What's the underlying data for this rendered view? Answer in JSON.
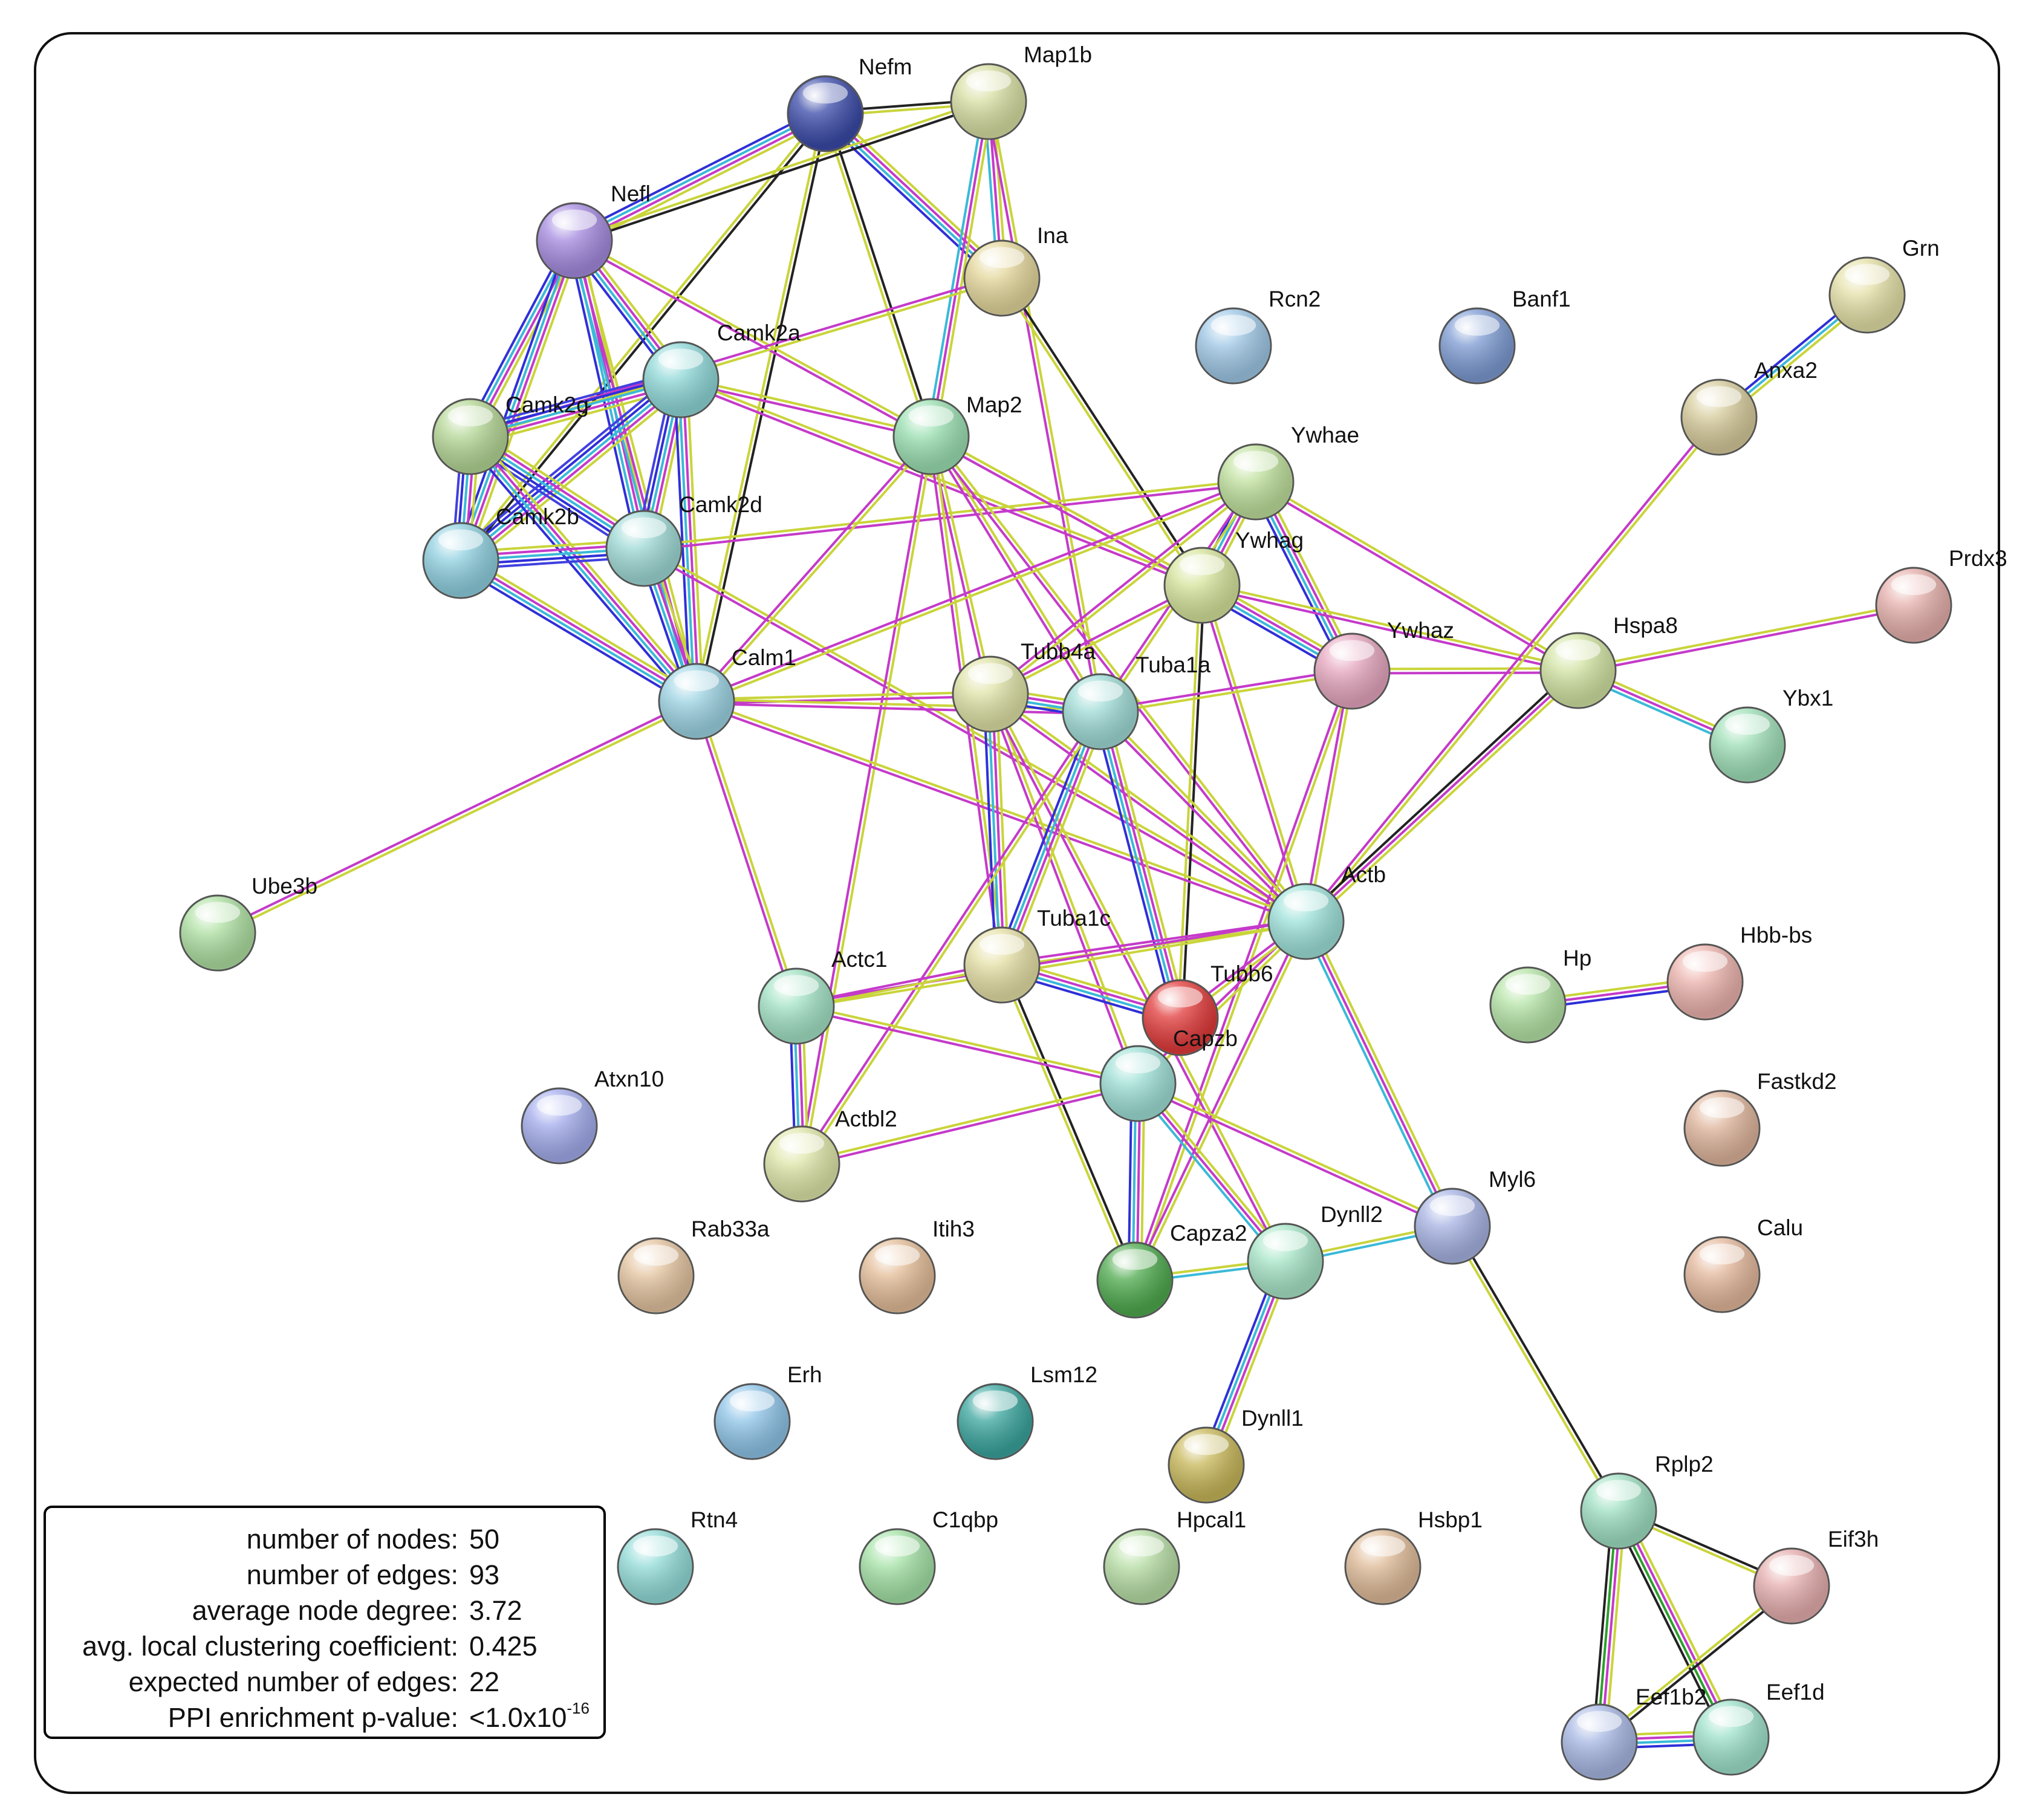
{
  "network": {
    "nodes": [
      {
        "id": "Nefm",
        "color": "#3a4aa8"
      },
      {
        "id": "Map1b",
        "color": "#d9dfa3"
      },
      {
        "id": "Nefl",
        "color": "#a58be0"
      },
      {
        "id": "Ina",
        "color": "#e4d79b"
      },
      {
        "id": "Camk2a",
        "color": "#8fd8d8"
      },
      {
        "id": "Camk2g",
        "color": "#b5d796"
      },
      {
        "id": "Map2",
        "color": "#9be0b2"
      },
      {
        "id": "Camk2b",
        "color": "#8fd0e0"
      },
      {
        "id": "Camk2d",
        "color": "#9fdad6"
      },
      {
        "id": "Rcn2",
        "color": "#9fc8e6"
      },
      {
        "id": "Banf1",
        "color": "#7d9bd3"
      },
      {
        "id": "Grn",
        "color": "#e4e0a7"
      },
      {
        "id": "Anxa2",
        "color": "#d7cc9c"
      },
      {
        "id": "Ywhae",
        "color": "#bfe09c"
      },
      {
        "id": "Ywhag",
        "color": "#d6e49c"
      },
      {
        "id": "Ywhaz",
        "color": "#e6a6bf"
      },
      {
        "id": "Hspa8",
        "color": "#d2e4a3"
      },
      {
        "id": "Prdx3",
        "color": "#e6b0ac"
      },
      {
        "id": "Calm1",
        "color": "#9dd4e4"
      },
      {
        "id": "Tubb4a",
        "color": "#dfe3a6"
      },
      {
        "id": "Tuba1a",
        "color": "#a0dcd6"
      },
      {
        "id": "Ybx1",
        "color": "#9fe0b8"
      },
      {
        "id": "Ube3b",
        "color": "#aee0a2"
      },
      {
        "id": "Actb",
        "color": "#9ee2da"
      },
      {
        "id": "Tuba1c",
        "color": "#e5e0a6"
      },
      {
        "id": "Actc1",
        "color": "#a3e3c5"
      },
      {
        "id": "Tubb6",
        "color": "#e23a3a"
      },
      {
        "id": "Capzb",
        "color": "#9ee0d6"
      },
      {
        "id": "Hp",
        "color": "#b5e4a6"
      },
      {
        "id": "Hbb-bs",
        "color": "#ecb3ad"
      },
      {
        "id": "Atxn10",
        "color": "#a3acec"
      },
      {
        "id": "Actbl2",
        "color": "#dfe6a8"
      },
      {
        "id": "Fastkd2",
        "color": "#dfb59c"
      },
      {
        "id": "Myl6",
        "color": "#a8b4e4"
      },
      {
        "id": "Rab33a",
        "color": "#e4c4a0"
      },
      {
        "id": "Itih3",
        "color": "#e4bd98"
      },
      {
        "id": "Capza2",
        "color": "#4eaa4e"
      },
      {
        "id": "Dynll2",
        "color": "#a8e6c8"
      },
      {
        "id": "Calu",
        "color": "#e4b89c"
      },
      {
        "id": "Erh",
        "color": "#8ec4e8"
      },
      {
        "id": "Lsm12",
        "color": "#3aa59e"
      },
      {
        "id": "Dynll1",
        "color": "#c8b85a"
      },
      {
        "id": "Rplp2",
        "color": "#9fe0c2"
      },
      {
        "id": "Eif3h",
        "color": "#e6aeae"
      },
      {
        "id": "Rtn4",
        "color": "#92dcd8"
      },
      {
        "id": "C1qbp",
        "color": "#a4e2a6"
      },
      {
        "id": "Hpcal1",
        "color": "#b8dfa6"
      },
      {
        "id": "Hsbp1",
        "color": "#dfbb98"
      },
      {
        "id": "Eef1b2",
        "color": "#a8b8e4"
      },
      {
        "id": "Eef1d",
        "color": "#9fe2cc"
      }
    ],
    "edges": [
      {
        "a": "Nefm",
        "b": "Map1b",
        "types": [
          "kn",
          "tm"
        ]
      },
      {
        "a": "Nefm",
        "b": "Nefl",
        "types": [
          "tm",
          "ex",
          "db",
          "co"
        ]
      },
      {
        "a": "Nefm",
        "b": "Ina",
        "types": [
          "tm",
          "ex",
          "db",
          "co"
        ]
      },
      {
        "a": "Nefm",
        "b": "Map2",
        "types": [
          "kn",
          "tm"
        ]
      },
      {
        "a": "Nefm",
        "b": "Camk2b",
        "types": [
          "kn",
          "tm"
        ]
      },
      {
        "a": "Nefm",
        "b": "Calm1",
        "types": [
          "kn",
          "tm"
        ]
      },
      {
        "a": "Map1b",
        "b": "Ina",
        "types": [
          "tm",
          "ex",
          "db"
        ]
      },
      {
        "a": "Map1b",
        "b": "Map2",
        "types": [
          "tm",
          "ex",
          "db"
        ]
      },
      {
        "a": "Map1b",
        "b": "Nefl",
        "types": [
          "kn",
          "tm"
        ]
      },
      {
        "a": "Map1b",
        "b": "Tuba1a",
        "types": [
          "tm",
          "ex"
        ]
      },
      {
        "a": "Nefl",
        "b": "Camk2a",
        "types": [
          "tm",
          "ex",
          "db",
          "co"
        ]
      },
      {
        "a": "Nefl",
        "b": "Camk2g",
        "types": [
          "tm",
          "ex",
          "db",
          "co"
        ]
      },
      {
        "a": "Nefl",
        "b": "Camk2b",
        "types": [
          "tm",
          "ex",
          "db",
          "co"
        ]
      },
      {
        "a": "Nefl",
        "b": "Camk2d",
        "types": [
          "tm",
          "ex",
          "db",
          "co"
        ]
      },
      {
        "a": "Nefl",
        "b": "Ywhag",
        "types": [
          "tm",
          "ex"
        ]
      },
      {
        "a": "Nefl",
        "b": "Calm1",
        "types": [
          "tm",
          "ex",
          "db"
        ]
      },
      {
        "a": "Ina",
        "b": "Camk2g",
        "types": [
          "tm",
          "ex"
        ]
      },
      {
        "a": "Ina",
        "b": "Ywhag",
        "types": [
          "kn",
          "tm"
        ]
      },
      {
        "a": "Camk2a",
        "b": "Camk2g",
        "types": [
          "tm",
          "ex",
          "db",
          "co",
          "ph"
        ]
      },
      {
        "a": "Camk2a",
        "b": "Camk2b",
        "types": [
          "tm",
          "ex",
          "db",
          "co",
          "ph"
        ]
      },
      {
        "a": "Camk2a",
        "b": "Camk2d",
        "types": [
          "tm",
          "ex",
          "db",
          "co",
          "ph"
        ]
      },
      {
        "a": "Camk2a",
        "b": "Calm1",
        "types": [
          "tm",
          "ex",
          "db",
          "co"
        ]
      },
      {
        "a": "Camk2a",
        "b": "Map2",
        "types": [
          "tm",
          "ex"
        ]
      },
      {
        "a": "Camk2a",
        "b": "Ywhag",
        "types": [
          "tm",
          "ex"
        ]
      },
      {
        "a": "Camk2g",
        "b": "Camk2b",
        "types": [
          "tm",
          "ex",
          "db",
          "co",
          "ph"
        ]
      },
      {
        "a": "Camk2g",
        "b": "Camk2d",
        "types": [
          "tm",
          "ex",
          "db",
          "co",
          "ph"
        ]
      },
      {
        "a": "Camk2g",
        "b": "Calm1",
        "types": [
          "tm",
          "ex",
          "db",
          "co"
        ]
      },
      {
        "a": "Camk2b",
        "b": "Camk2d",
        "types": [
          "tm",
          "ex",
          "db",
          "co",
          "ph"
        ]
      },
      {
        "a": "Camk2b",
        "b": "Calm1",
        "types": [
          "tm",
          "ex",
          "db",
          "co"
        ]
      },
      {
        "a": "Camk2d",
        "b": "Calm1",
        "types": [
          "tm",
          "ex",
          "db",
          "co"
        ]
      },
      {
        "a": "Camk2d",
        "b": "Ywhae",
        "types": [
          "tm",
          "ex"
        ]
      },
      {
        "a": "Camk2d",
        "b": "Actb",
        "types": [
          "tm",
          "ex"
        ]
      },
      {
        "a": "Map2",
        "b": "Tubb4a",
        "types": [
          "tm",
          "ex"
        ]
      },
      {
        "a": "Map2",
        "b": "Tuba1a",
        "types": [
          "tm",
          "ex"
        ]
      },
      {
        "a": "Map2",
        "b": "Tuba1c",
        "types": [
          "tm",
          "ex"
        ]
      },
      {
        "a": "Map2",
        "b": "Calm1",
        "types": [
          "tm",
          "ex"
        ]
      },
      {
        "a": "Map2",
        "b": "Ywhag",
        "types": [
          "tm",
          "ex"
        ]
      },
      {
        "a": "Map2",
        "b": "Actb",
        "types": [
          "tm",
          "ex"
        ]
      },
      {
        "a": "Map2",
        "b": "Actbl2",
        "types": [
          "tm",
          "ex"
        ]
      },
      {
        "a": "Ywhae",
        "b": "Ywhag",
        "types": [
          "tm",
          "ex",
          "db",
          "co"
        ]
      },
      {
        "a": "Ywhae",
        "b": "Ywhaz",
        "types": [
          "tm",
          "ex",
          "db",
          "co"
        ]
      },
      {
        "a": "Ywhae",
        "b": "Hspa8",
        "types": [
          "tm",
          "ex"
        ]
      },
      {
        "a": "Ywhae",
        "b": "Calm1",
        "types": [
          "tm",
          "ex"
        ]
      },
      {
        "a": "Ywhae",
        "b": "Tuba1a",
        "types": [
          "tm",
          "ex"
        ]
      },
      {
        "a": "Ywhae",
        "b": "Tubb4a",
        "types": [
          "tm",
          "ex"
        ]
      },
      {
        "a": "Ywhag",
        "b": "Ywhaz",
        "types": [
          "tm",
          "ex",
          "db",
          "co"
        ]
      },
      {
        "a": "Ywhag",
        "b": "Hspa8",
        "types": [
          "tm",
          "ex"
        ]
      },
      {
        "a": "Ywhag",
        "b": "Tubb6",
        "types": [
          "kn",
          "tm"
        ]
      },
      {
        "a": "Ywhag",
        "b": "Actb",
        "types": [
          "tm",
          "ex"
        ]
      },
      {
        "a": "Ywhag",
        "b": "Tubb4a",
        "types": [
          "tm",
          "ex"
        ]
      },
      {
        "a": "Ywhaz",
        "b": "Hspa8",
        "types": [
          "tm",
          "ex"
        ]
      },
      {
        "a": "Ywhaz",
        "b": "Actb",
        "types": [
          "tm",
          "ex"
        ]
      },
      {
        "a": "Ywhaz",
        "b": "Tuba1a",
        "types": [
          "tm",
          "ex"
        ]
      },
      {
        "a": "Ywhaz",
        "b": "Capza2",
        "types": [
          "tm",
          "ex"
        ]
      },
      {
        "a": "Grn",
        "b": "Anxa2",
        "types": [
          "tm",
          "db",
          "co"
        ]
      },
      {
        "a": "Anxa2",
        "b": "Actb",
        "types": [
          "tm",
          "ex"
        ]
      },
      {
        "a": "Hspa8",
        "b": "Prdx3",
        "types": [
          "tm",
          "ex"
        ]
      },
      {
        "a": "Hspa8",
        "b": "Ybx1",
        "types": [
          "tm",
          "ex",
          "db"
        ]
      },
      {
        "a": "Hspa8",
        "b": "Actb",
        "types": [
          "tm",
          "ex",
          "kn"
        ]
      },
      {
        "a": "Calm1",
        "b": "Tubb4a",
        "types": [
          "tm",
          "ex"
        ]
      },
      {
        "a": "Calm1",
        "b": "Tuba1a",
        "types": [
          "tm",
          "ex"
        ]
      },
      {
        "a": "Calm1",
        "b": "Actb",
        "types": [
          "tm",
          "ex"
        ]
      },
      {
        "a": "Calm1",
        "b": "Actc1",
        "types": [
          "tm",
          "ex"
        ]
      },
      {
        "a": "Calm1",
        "b": "Ube3b",
        "types": [
          "tm",
          "ex"
        ]
      },
      {
        "a": "Tubb4a",
        "b": "Tuba1a",
        "types": [
          "tm",
          "ex",
          "db",
          "co"
        ]
      },
      {
        "a": "Tubb4a",
        "b": "Tuba1c",
        "types": [
          "tm",
          "ex",
          "db",
          "co"
        ]
      },
      {
        "a": "Tubb4a",
        "b": "Actb",
        "types": [
          "tm",
          "ex"
        ]
      },
      {
        "a": "Tubb4a",
        "b": "Capzb",
        "types": [
          "tm",
          "ex"
        ]
      },
      {
        "a": "Tubb4a",
        "b": "Dynll2",
        "types": [
          "tm",
          "ex"
        ]
      },
      {
        "a": "Tuba1a",
        "b": "Tuba1c",
        "types": [
          "tm",
          "ex",
          "db",
          "co"
        ]
      },
      {
        "a": "Tuba1a",
        "b": "Tubb6",
        "types": [
          "tm",
          "ex",
          "db",
          "co"
        ]
      },
      {
        "a": "Tuba1a",
        "b": "Actb",
        "types": [
          "tm",
          "ex"
        ]
      },
      {
        "a": "Tuba1a",
        "b": "Actbl2",
        "types": [
          "tm",
          "ex"
        ]
      },
      {
        "a": "Actb",
        "b": "Tuba1c",
        "types": [
          "tm",
          "ex"
        ]
      },
      {
        "a": "Actb",
        "b": "Actc1",
        "types": [
          "tm",
          "ex"
        ]
      },
      {
        "a": "Actb",
        "b": "Capzb",
        "types": [
          "tm",
          "ex"
        ]
      },
      {
        "a": "Actb",
        "b": "Capza2",
        "types": [
          "tm",
          "ex"
        ]
      },
      {
        "a": "Actb",
        "b": "Myl6",
        "types": [
          "tm",
          "ex",
          "db"
        ]
      },
      {
        "a": "Actb",
        "b": "Tubb6",
        "types": [
          "tm",
          "ex"
        ]
      },
      {
        "a": "Tuba1c",
        "b": "Tubb6",
        "types": [
          "tm",
          "ex",
          "db",
          "co"
        ]
      },
      {
        "a": "Tuba1c",
        "b": "Actc1",
        "types": [
          "tm",
          "ex"
        ]
      },
      {
        "a": "Tuba1c",
        "b": "Capza2",
        "types": [
          "kn",
          "tm"
        ]
      },
      {
        "a": "Actc1",
        "b": "Actbl2",
        "types": [
          "tm",
          "ex",
          "db",
          "co"
        ]
      },
      {
        "a": "Actc1",
        "b": "Capzb",
        "types": [
          "tm",
          "ex"
        ]
      },
      {
        "a": "Actbl2",
        "b": "Capzb",
        "types": [
          "tm",
          "ex"
        ]
      },
      {
        "a": "Capzb",
        "b": "Capza2",
        "types": [
          "tm",
          "ex",
          "db",
          "co"
        ]
      },
      {
        "a": "Capzb",
        "b": "Dynll2",
        "types": [
          "tm",
          "ex",
          "db"
        ]
      },
      {
        "a": "Capzb",
        "b": "Myl6",
        "types": [
          "tm",
          "ex"
        ]
      },
      {
        "a": "Capza2",
        "b": "Dynll2",
        "types": [
          "tm",
          "db"
        ]
      },
      {
        "a": "Dynll2",
        "b": "Dynll1",
        "types": [
          "tm",
          "ex",
          "db",
          "co"
        ]
      },
      {
        "a": "Dynll2",
        "b": "Myl6",
        "types": [
          "tm",
          "db"
        ]
      },
      {
        "a": "Hp",
        "b": "Hbb-bs",
        "types": [
          "tm",
          "ex",
          "co"
        ]
      },
      {
        "a": "Myl6",
        "b": "Rplp2",
        "types": [
          "kn",
          "tm"
        ]
      },
      {
        "a": "Rplp2",
        "b": "Eif3h",
        "types": [
          "kn",
          "tm"
        ]
      },
      {
        "a": "Rplp2",
        "b": "Eef1b2",
        "types": [
          "tm",
          "ex",
          "gn",
          "kn"
        ]
      },
      {
        "a": "Rplp2",
        "b": "Eef1d",
        "types": [
          "tm",
          "ex",
          "gn",
          "kn"
        ]
      },
      {
        "a": "Eif3h",
        "b": "Eef1b2",
        "types": [
          "kn",
          "tm"
        ]
      },
      {
        "a": "Eef1b2",
        "b": "Eef1d",
        "types": [
          "tm",
          "ex",
          "db",
          "co"
        ]
      }
    ],
    "edge_colors": {
      "tm": "#c9d43a",
      "ex": "#c43ac9",
      "db": "#3ab9d8",
      "co": "#2f2fd8",
      "kn": "#222222",
      "gn": "#2aa02a",
      "ph": "#4040e0"
    }
  },
  "stats": [
    {
      "label": "number of nodes:",
      "value": "50"
    },
    {
      "label": "number of edges:",
      "value": "93"
    },
    {
      "label": "average node degree:",
      "value": "3.72"
    },
    {
      "label": "avg. local clustering coefficient:",
      "value": "0.425"
    },
    {
      "label": "expected number of edges:",
      "value": "22"
    },
    {
      "label": "PPI enrichment p-value:",
      "value": "<1.0x10",
      "value_exponent": "-16"
    }
  ]
}
